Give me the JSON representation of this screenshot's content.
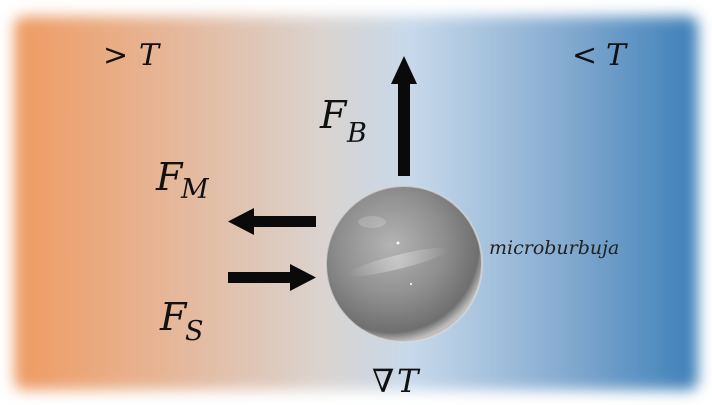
{
  "labels": {
    "hot_side": {
      "sign": ">",
      "var": "T"
    },
    "cold_side": {
      "sign": "<",
      "var": "T"
    },
    "buoyancy": {
      "main": "F",
      "sub": "B"
    },
    "marangoni": {
      "main": "F",
      "sub": "M"
    },
    "stokes": {
      "main": "F",
      "sub": "S"
    },
    "bubble": "microburbuja",
    "gradient": {
      "nabla": "∇",
      "var": "T"
    }
  },
  "colors": {
    "hot": "#ef9b62",
    "mid": "#dfe4ea",
    "cold": "#3d7fb8",
    "arrow": "#0a0a0a",
    "bubble": "#8a8a8a"
  },
  "icons": {
    "buoyancy_arrow": "arrow-up",
    "marangoni_arrow": "arrow-left",
    "stokes_arrow": "arrow-right",
    "bubble": "sphere"
  }
}
